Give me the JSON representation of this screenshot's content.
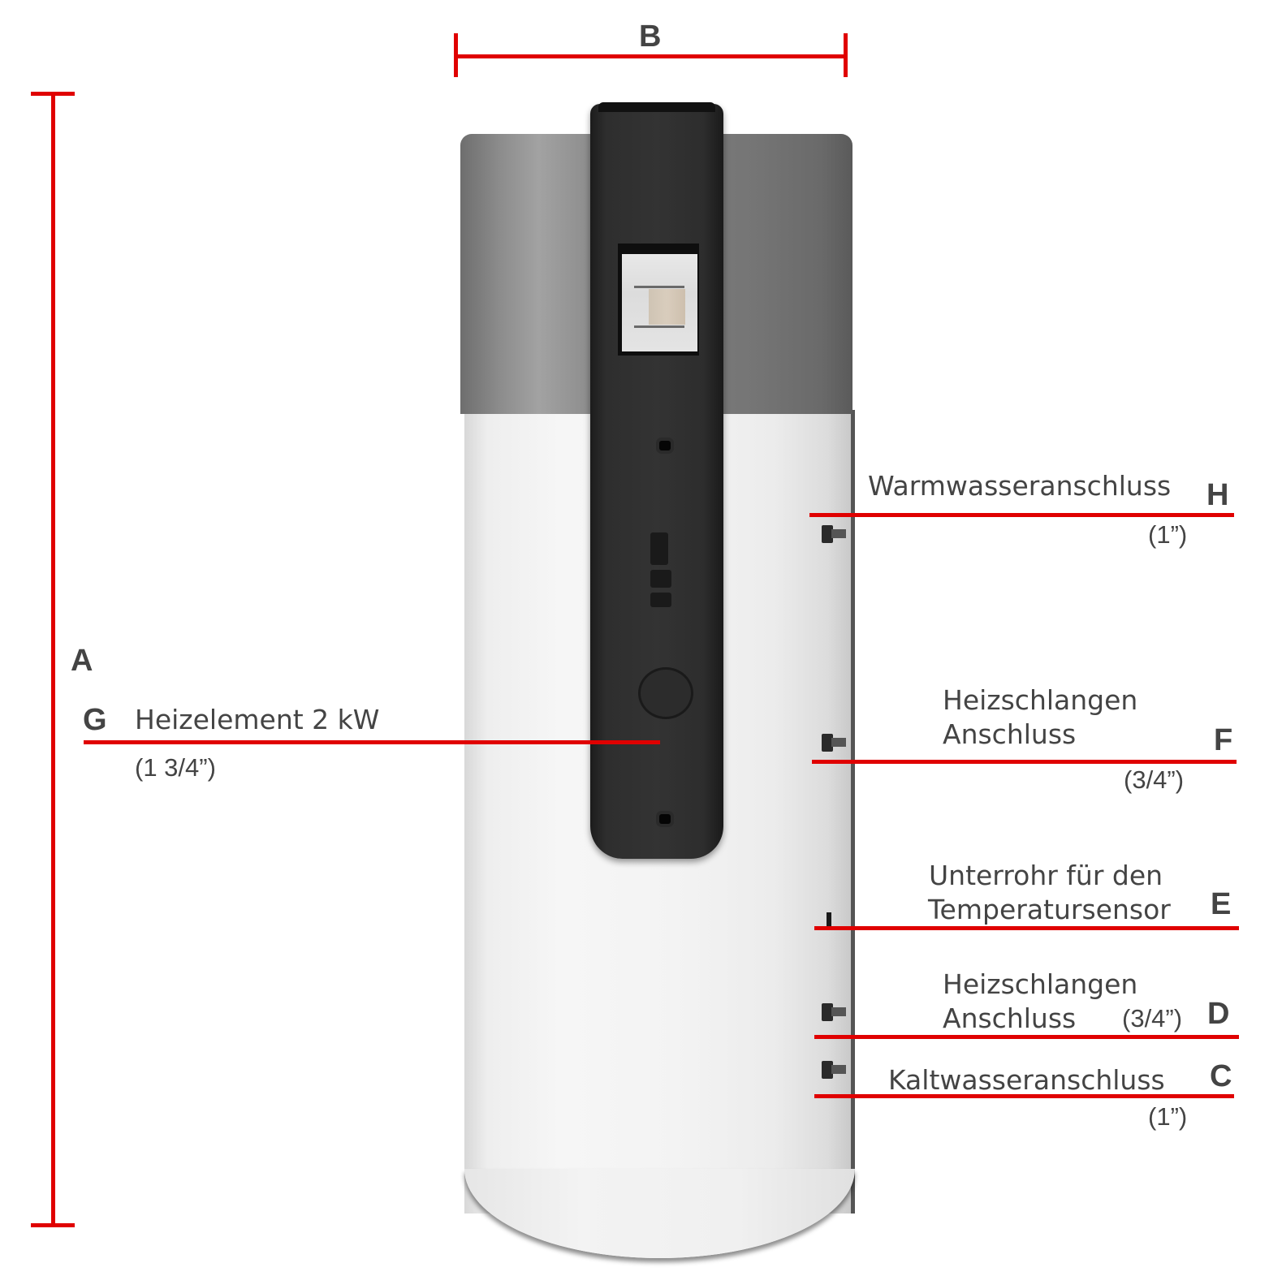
{
  "diagram": {
    "subject": "heat-pump-water-heater",
    "line_color": "#e00000",
    "text_color": "#444444",
    "dimensions": {
      "A": {
        "letter": "A",
        "meaning": "height"
      },
      "B": {
        "letter": "B",
        "meaning": "width"
      }
    },
    "connections": [
      {
        "letter": "H",
        "label_lines": [
          "Warmwasseranschluss"
        ],
        "size": "(1”)"
      },
      {
        "letter": "G",
        "label_lines": [
          "Heizelement 2 kW"
        ],
        "size": "(1 3/4”)"
      },
      {
        "letter": "F",
        "label_lines": [
          "Heizschlangen",
          "Anschluss"
        ],
        "size": "(3/4”)"
      },
      {
        "letter": "E",
        "label_lines": [
          "Unterrohr für den",
          "Temperatursensor"
        ],
        "size": ""
      },
      {
        "letter": "D",
        "label_lines": [
          "Heizschlangen",
          "Anschluss"
        ],
        "size": "(3/4”)"
      },
      {
        "letter": "C",
        "label_lines": [
          "Kaltwasseranschluss"
        ],
        "size": "(1”)"
      }
    ]
  }
}
